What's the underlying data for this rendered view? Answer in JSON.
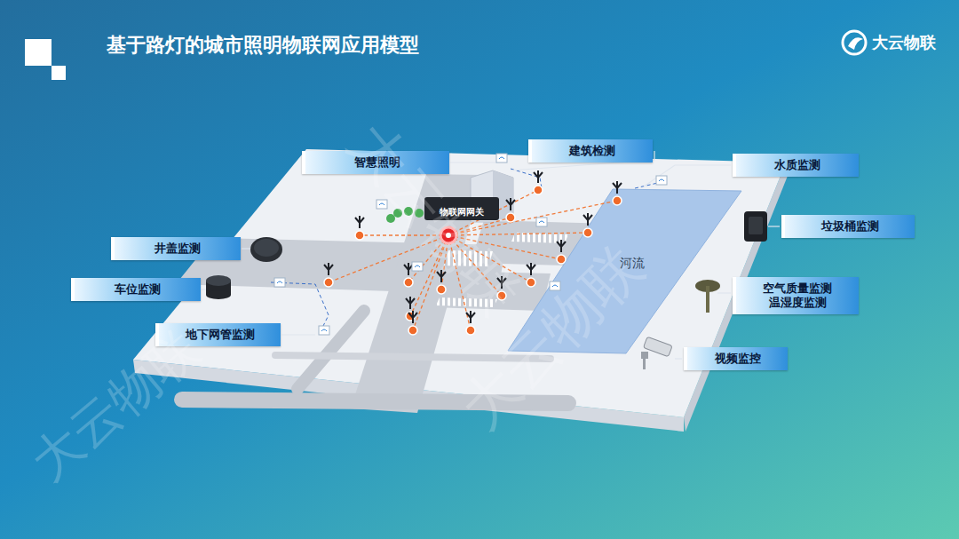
{
  "diagram": {
    "title": "基于路灯的城市照明物联网应用模型",
    "nodes": [
      {
        "text": [
          "智慧照明"
        ]
      },
      {
        "text": [
          "物联网网关"
        ]
      },
      {
        "text": [
          "建筑检测"
        ]
      },
      {
        "text": [
          "水质监测"
        ]
      },
      {
        "text": [
          "垃圾桶监测"
        ]
      },
      {
        "text": [
          "井盖监测"
        ]
      },
      {
        "text": [
          "河流"
        ]
      },
      {
        "text": [
          "车位监测"
        ]
      },
      {
        "text": [
          "空气质量监测 温湿度监测"
        ]
      },
      {
        "text": [
          "地下网管监测"
        ]
      },
      {
        "text": [
          "视频监控"
        ]
      }
    ],
    "labels": [
      "大云物联",
      "大云物联",
      "大云物联",
      "大云物联"
    ]
  }
}
